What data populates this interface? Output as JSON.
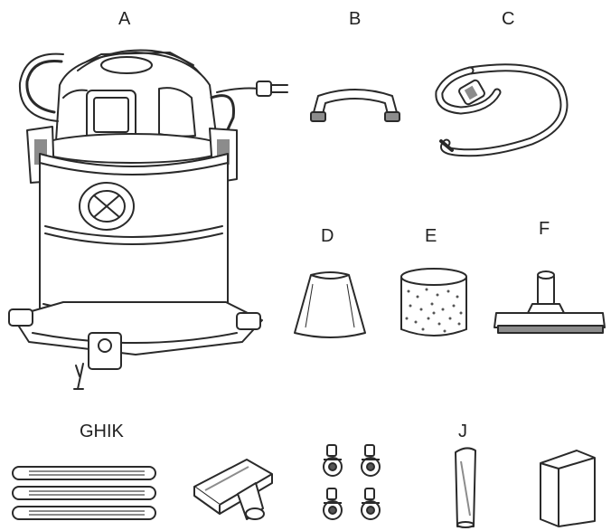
{
  "labels": {
    "a": "A",
    "b": "B",
    "c": "C",
    "d": "D",
    "e": "E",
    "f": "F",
    "ghik": "GHIK",
    "j": "J"
  },
  "line_color": "#2a2a2a",
  "fill_color": "#ffffff",
  "shade_color": "#8c8c8c"
}
